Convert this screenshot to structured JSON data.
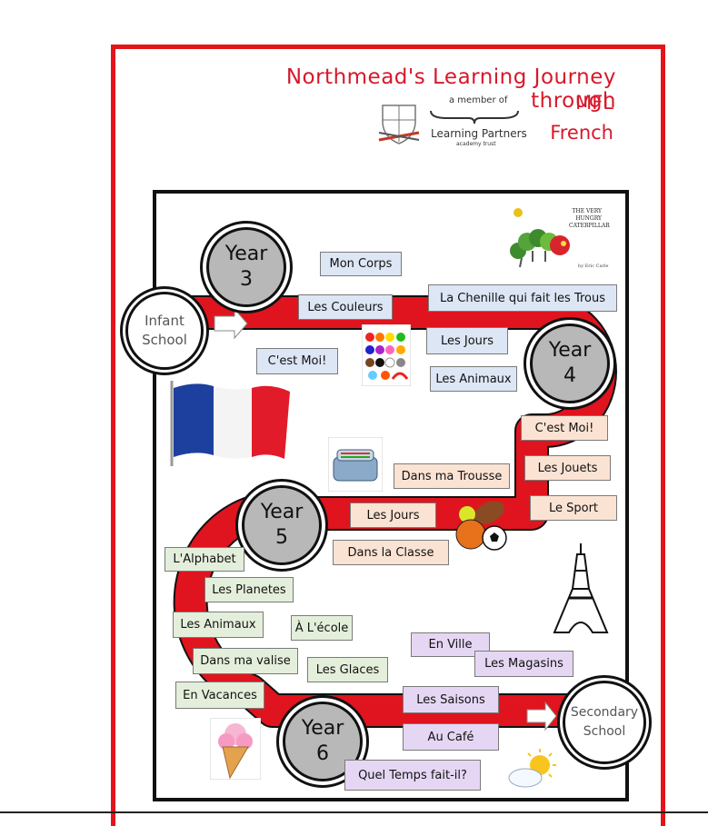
{
  "title": "Northmead's Learning Journey through",
  "subject_line1": "MFL",
  "subject_line2": "French",
  "logo": {
    "member_of": "a member of",
    "name": "Learning Partners",
    "sub": "academy trust"
  },
  "book": {
    "title_line1": "THE VERY",
    "title_line2": "HUNGRY",
    "title_line3": "CATERPILLAR",
    "author": "by Eric Carle"
  },
  "stages": {
    "start_line1": "Infant",
    "start_line2": "School",
    "end_line1": "Secondary",
    "end_line2": "School"
  },
  "years": [
    {
      "label": "Year",
      "number": "3"
    },
    {
      "label": "Year",
      "number": "4"
    },
    {
      "label": "Year",
      "number": "5"
    },
    {
      "label": "Year",
      "number": "6"
    }
  ],
  "topics": {
    "year3": [
      "Mon Corps",
      "Les Couleurs",
      "La Chenille qui fait les Trous",
      "Les Jours",
      "C'est Moi!",
      "Les Animaux"
    ],
    "year4": [
      "C'est Moi!",
      "Les Jouets",
      "Dans ma Trousse",
      "Le Sport",
      "Les Jours",
      "Dans la Classe"
    ],
    "year5": [
      "L'Alphabet",
      "Les Planetes",
      "Les Animaux",
      "À L'école",
      "Dans ma valise",
      "Les Glaces",
      "En Vacances"
    ],
    "year6": [
      "En Ville",
      "Les Magasins",
      "Les Saisons",
      "Au Café",
      "Quel Temps fait-il?"
    ]
  },
  "colors": {
    "frame": "#e3151b",
    "path": "#e0141e",
    "year3": "#dde6f5",
    "year4": "#fbe3d4",
    "year5": "#e4efdb",
    "year6": "#e5d7f4"
  }
}
